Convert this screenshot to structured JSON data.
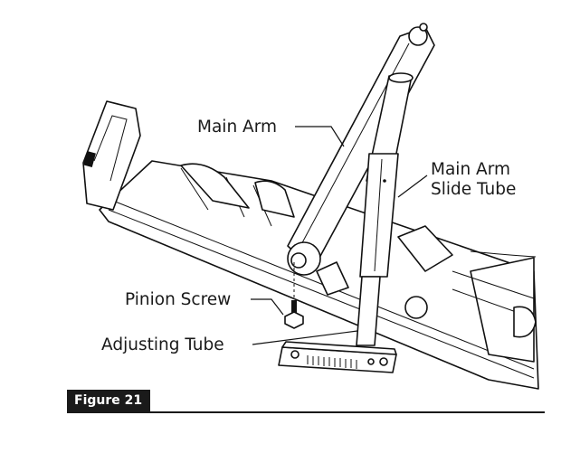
{
  "callouts": {
    "main_arm": "Main Arm",
    "slide_tube_line1": "Main Arm",
    "slide_tube_line2": "Slide Tube",
    "pinion_screw": "Pinion Screw",
    "adjusting_tube": "Adjusting Tube"
  },
  "figure_label": "Figure 21"
}
